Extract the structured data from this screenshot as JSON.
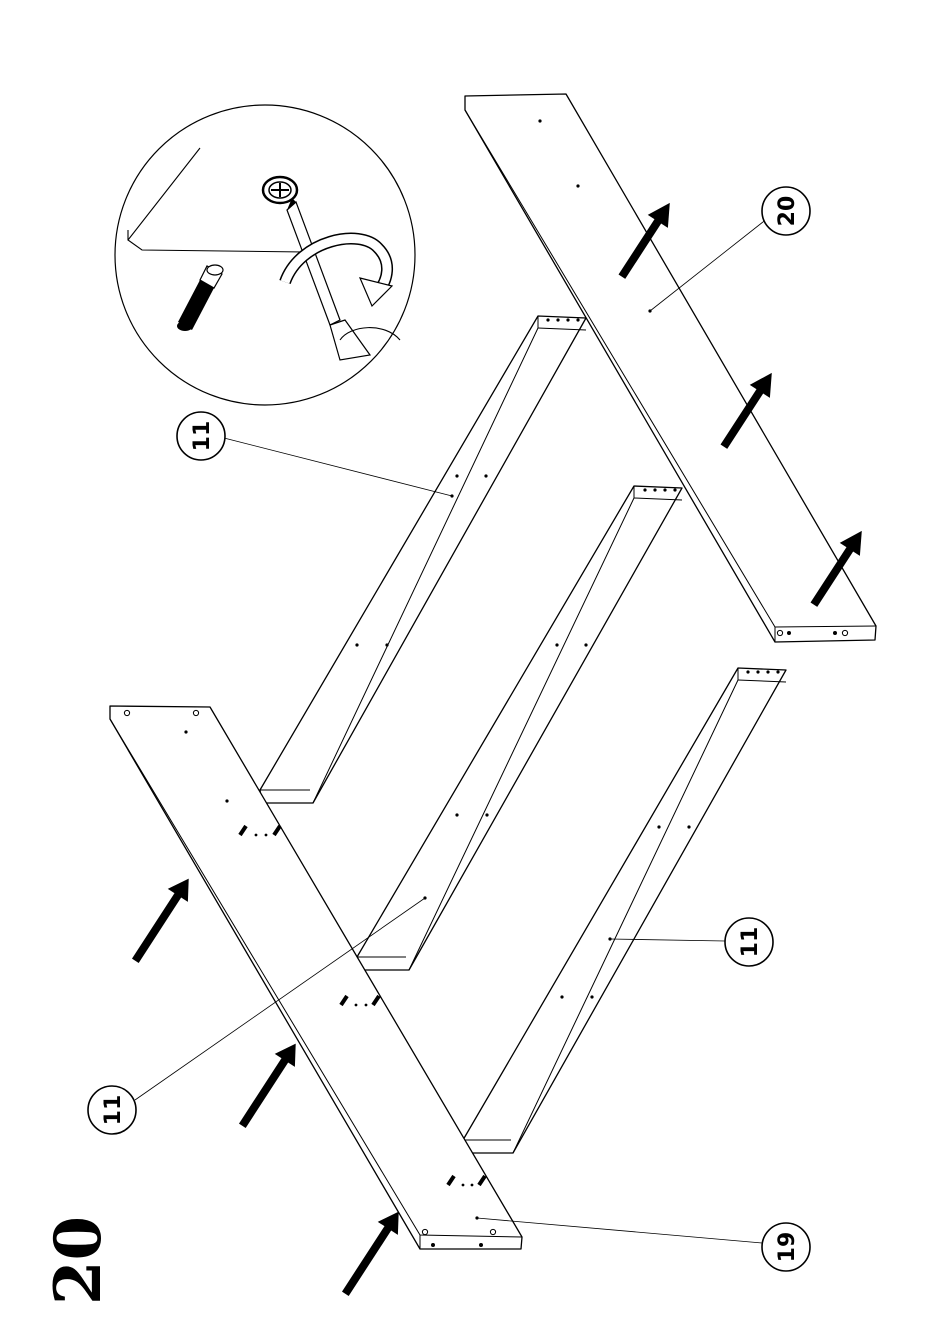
{
  "step_number": "20",
  "callouts": {
    "part_20": "20",
    "part_11_top": "11",
    "part_11_middle": "11",
    "part_11_bottom": "11",
    "part_19": "19"
  },
  "icons": {
    "screwdriver": "screwdriver-icon",
    "rotation": "clockwise-rotation-icon",
    "dowel": "dowel-icon",
    "cam_lock": "cam-lock-icon"
  }
}
